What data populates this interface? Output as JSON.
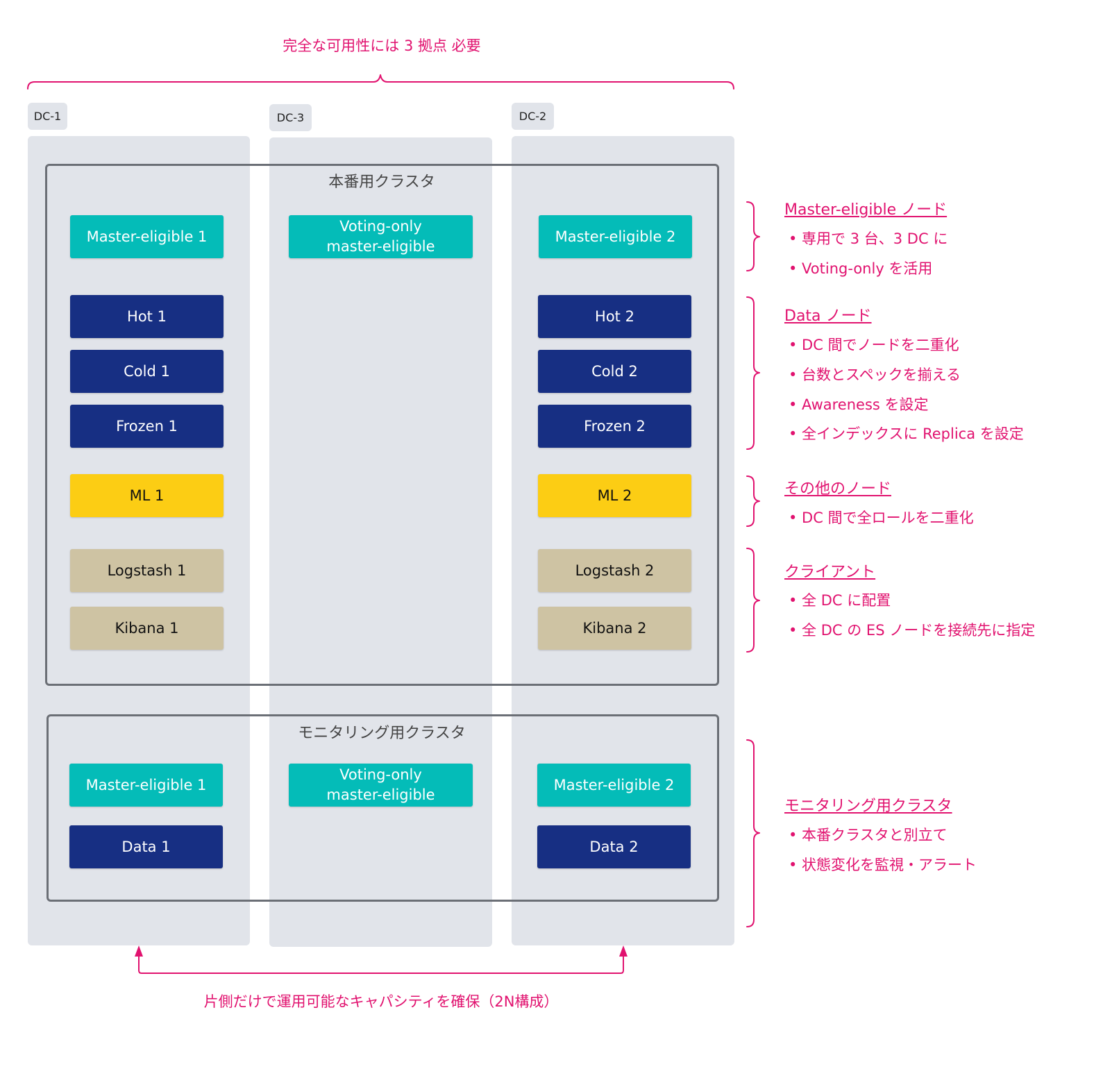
{
  "colors": {
    "accent": "#e1126f",
    "column_bg": "#e1e4ea",
    "master": "#04bcb8",
    "data": "#172f83",
    "ml": "#fccd14",
    "client": "#cec3a3",
    "cluster_border": "#6b6f76"
  },
  "top_note": "完全な可用性には 3 拠点 必要",
  "bottom_note": "片側だけで運用可能なキャパシティを確保（2N構成）",
  "datacenters": {
    "dc1": "DC-1",
    "dc3": "DC-3",
    "dc2": "DC-2"
  },
  "production_cluster": {
    "title": "本番用クラスタ",
    "dc1": {
      "master": "Master-eligible 1",
      "hot": "Hot 1",
      "cold": "Cold 1",
      "frozen": "Frozen 1",
      "ml": "ML 1",
      "logstash": "Logstash 1",
      "kibana": "Kibana 1"
    },
    "dc3": {
      "voting": "Voting-only\nmaster-eligible"
    },
    "dc2": {
      "master": "Master-eligible 2",
      "hot": "Hot 2",
      "cold": "Cold 2",
      "frozen": "Frozen 2",
      "ml": "ML 2",
      "logstash": "Logstash 2",
      "kibana": "Kibana 2"
    }
  },
  "monitoring_cluster": {
    "title": "モニタリング用クラスタ",
    "dc1": {
      "master": "Master-eligible 1",
      "data": "Data 1"
    },
    "dc3": {
      "voting": "Voting-only\nmaster-eligible"
    },
    "dc2": {
      "master": "Master-eligible 2",
      "data": "Data 2"
    }
  },
  "notes": {
    "master": {
      "title": "Master-eligible ノード",
      "bullets": [
        "• 専用で 3 台、3 DC に",
        "• Voting-only を活用"
      ]
    },
    "data": {
      "title": "Data ノード",
      "bullets": [
        "• DC 間でノードを二重化",
        "• 台数とスペックを揃える",
        "• Awareness を設定",
        "• 全インデックスに Replica を設定"
      ]
    },
    "other": {
      "title": "その他のノード",
      "bullets": [
        "• DC 間で全ロールを二重化"
      ]
    },
    "client": {
      "title": "クライアント",
      "bullets": [
        "• 全 DC に配置",
        "• 全 DC の ES ノードを接続先に指定"
      ]
    },
    "monitoring": {
      "title": "モニタリング用クラスタ",
      "bullets": [
        "• 本番クラスタと別立て",
        "• 状態変化を監視・アラート"
      ]
    }
  }
}
